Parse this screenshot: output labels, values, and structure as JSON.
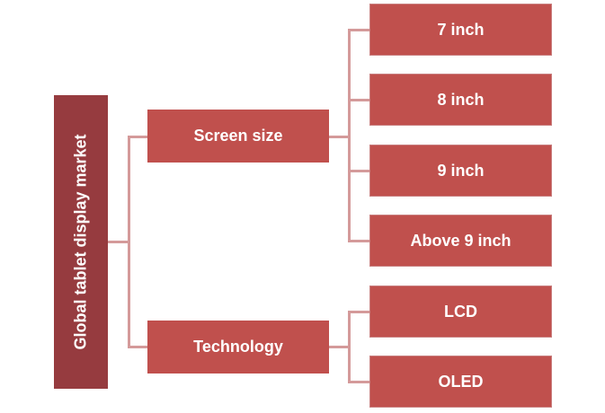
{
  "colors": {
    "root": "#963b3f",
    "mid": "#c0504d",
    "leaf": "#c0504d",
    "line": "#d49a9a"
  },
  "tree": {
    "root_label": "Global tablet display market",
    "branches": [
      {
        "label": "Screen size",
        "children": [
          "7 inch",
          "8 inch",
          "9 inch",
          "Above 9 inch"
        ]
      },
      {
        "label": "Technology",
        "children": [
          "LCD",
          "OLED"
        ]
      }
    ]
  }
}
